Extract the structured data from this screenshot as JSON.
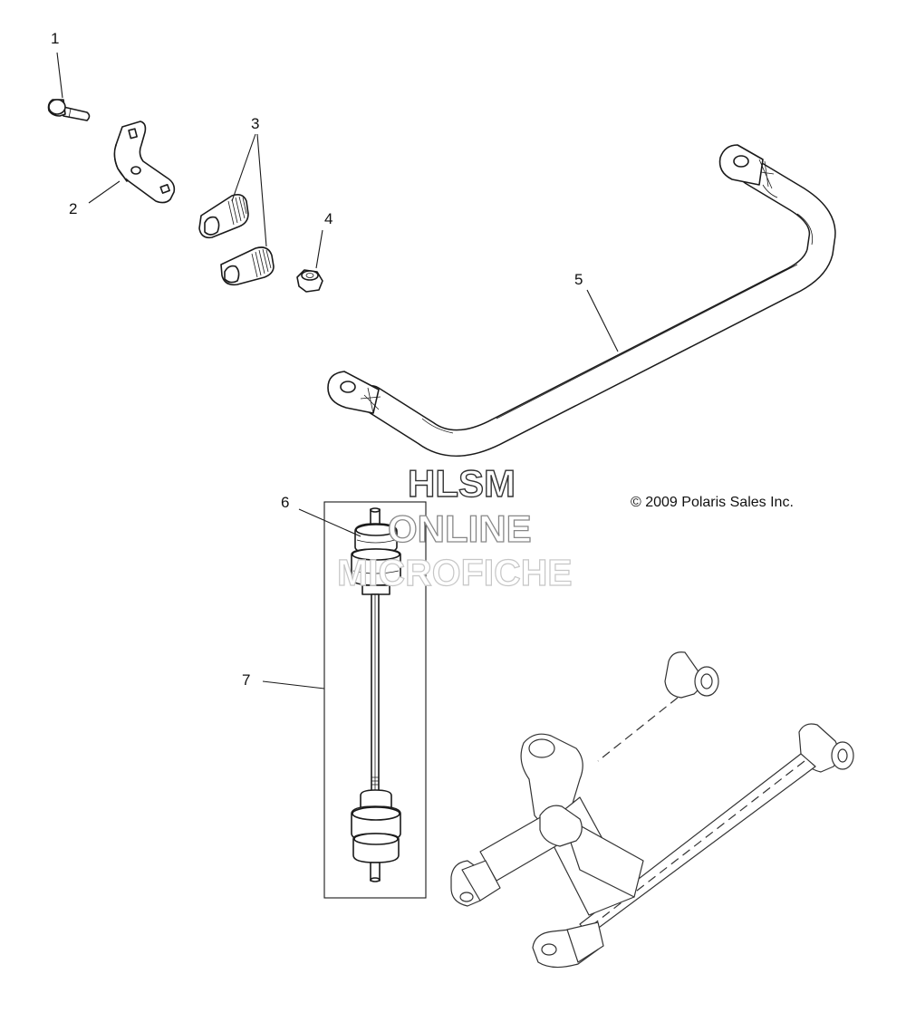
{
  "callouts": {
    "p1": "1",
    "p2": "2",
    "p3": "3",
    "p4": "4",
    "p5": "5",
    "p6": "6",
    "p7": "7"
  },
  "copyright": "© 2009 Polaris Sales Inc.",
  "watermark": {
    "line1": "HLSM",
    "line2": "ONLINE",
    "line3": "MICROFICHE"
  },
  "colors": {
    "line": "#1a1a1a",
    "background": "#ffffff"
  }
}
